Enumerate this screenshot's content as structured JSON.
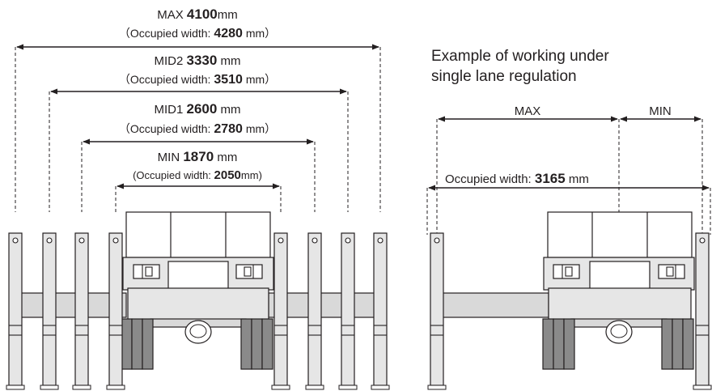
{
  "left_diagram": {
    "max": {
      "prefix": "MAX ",
      "value": "4100",
      "unit": "mm",
      "occ_prefix": "（Occupied width: ",
      "occ_value": "4280",
      "occ_suffix": " mm）"
    },
    "mid2": {
      "prefix": "MID2 ",
      "value": "3330",
      "unit": " mm",
      "occ_prefix": "（Occupied width: ",
      "occ_value": "3510",
      "occ_suffix": " mm）"
    },
    "mid1": {
      "prefix": "MID1 ",
      "value": "2600",
      "unit": " mm",
      "occ_prefix": "（Occupied width: ",
      "occ_value": "2780",
      "occ_suffix": " mm）"
    },
    "min": {
      "prefix": "MIN ",
      "value": "1870",
      "unit": " mm",
      "occ_prefix": "(Occupied width: ",
      "occ_value": "2050",
      "occ_suffix": "mm)"
    }
  },
  "right_diagram": {
    "title_line1": "Example of working under",
    "title_line2": "single lane regulation",
    "max_label": "MAX",
    "min_label": "MIN",
    "occ_prefix": "Occupied width: ",
    "occ_value": "3165",
    "occ_suffix": " mm"
  },
  "colors": {
    "line": "#231f20",
    "tire": "#8a8a8a",
    "frame": "#d9d9d9"
  }
}
